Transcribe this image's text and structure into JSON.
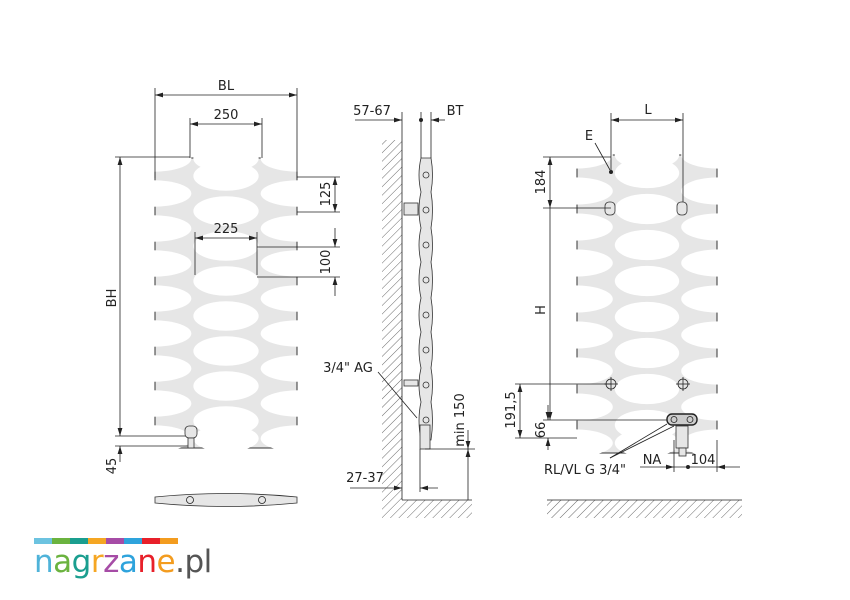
{
  "front_view": {
    "width_label": "BL",
    "pitch_label": "250",
    "row_pitch_label": "125",
    "oval_width_label": "225",
    "oval_height_label": "100",
    "height_label": "BH",
    "bottom_label": "45"
  },
  "side_view": {
    "wall_distance_label": "57-67",
    "depth_label": "BT",
    "connection_label": "3/4\" AG",
    "min_label": "min 150",
    "floor_offset_label": "27-37"
  },
  "rear_view": {
    "spacing_label": "L",
    "bracket_label": "E",
    "top_label": "184",
    "height_label": "H",
    "lower_label": "191,5",
    "bottom_label": "66",
    "valve_label": "RL/VL G 3/4\"",
    "na_label": "NA",
    "offset_label": "104"
  },
  "logo": {
    "text": "nagrzane.pl",
    "letters": [
      "n",
      "a",
      "g",
      "r",
      "z",
      "a",
      "n",
      "e",
      ".pl"
    ],
    "colors": [
      "#4fb3d9",
      "#6bb33f",
      "#1a9e8f",
      "#f5a623",
      "#a64ca6",
      "#2ea3dc",
      "#e8202a",
      "#f39c1f",
      "#555555"
    ],
    "bar_colors": [
      "#6cc3e0",
      "#6bb33f",
      "#1a9e8f",
      "#f5a623",
      "#a64ca6",
      "#2ea3dc",
      "#e8202a",
      "#f39c1f"
    ]
  }
}
